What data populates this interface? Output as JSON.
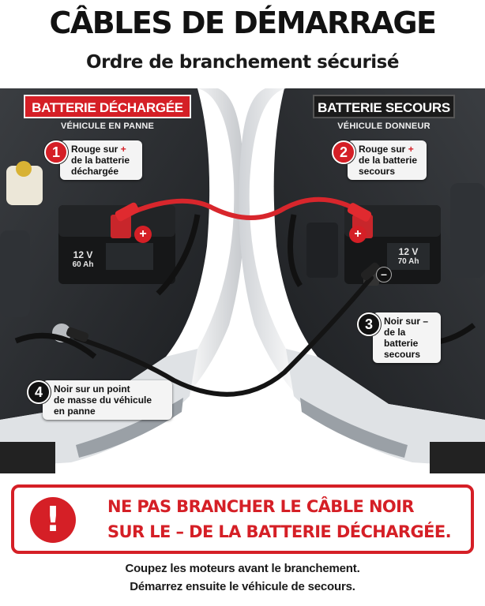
{
  "header": {
    "title": "CÂBLES DE DÉMARRAGE",
    "subtitle": "Ordre de branchement sécurisé"
  },
  "left_vehicle": {
    "badge": "BATTERIE DÉCHARGÉE",
    "sub": "VÉHICULE EN PANNE",
    "battery_voltage": "12 V",
    "battery_capacity": "60 Ah",
    "badge_color": "#d51f26"
  },
  "right_vehicle": {
    "badge": "BATTERIE SECOURS",
    "sub": "VÉHICULE DONNEUR",
    "battery_voltage": "12 V",
    "battery_capacity": "70 Ah",
    "badge_color": "#1b1b1b"
  },
  "terminals": {
    "plus": "+",
    "minus": "–"
  },
  "steps": [
    {
      "num": "1",
      "color": "red",
      "line1": "Rouge sur",
      "sign": "+",
      "line2": "de la batterie",
      "line3": "déchargée"
    },
    {
      "num": "2",
      "color": "red",
      "line1": "Rouge sur",
      "sign": "+",
      "line2": "de la batterie",
      "line3": "secours"
    },
    {
      "num": "3",
      "color": "black",
      "line1": "Noir sur",
      "sign": "–",
      "line2": "de la batterie",
      "line3": "secours"
    },
    {
      "num": "4",
      "color": "black",
      "line1": "Noir sur un point",
      "line2": "de masse du véhicule",
      "line3": "en panne"
    }
  ],
  "warning": {
    "icon": "exclamation-icon",
    "line1": "NE PAS BRANCHER LE CÂBLE NOIR",
    "line2": "SUR LE – DE LA BATTERIE DÉCHARGÉE.",
    "color": "#d51f26"
  },
  "notes": {
    "line1": "Coupez les moteurs avant le branchement.",
    "line2": "Démarrez ensuite le véhicule de secours."
  },
  "colors": {
    "red_cable": "#d8262c",
    "black_cable": "#141414",
    "engine_bg": "#2a2c2f"
  }
}
